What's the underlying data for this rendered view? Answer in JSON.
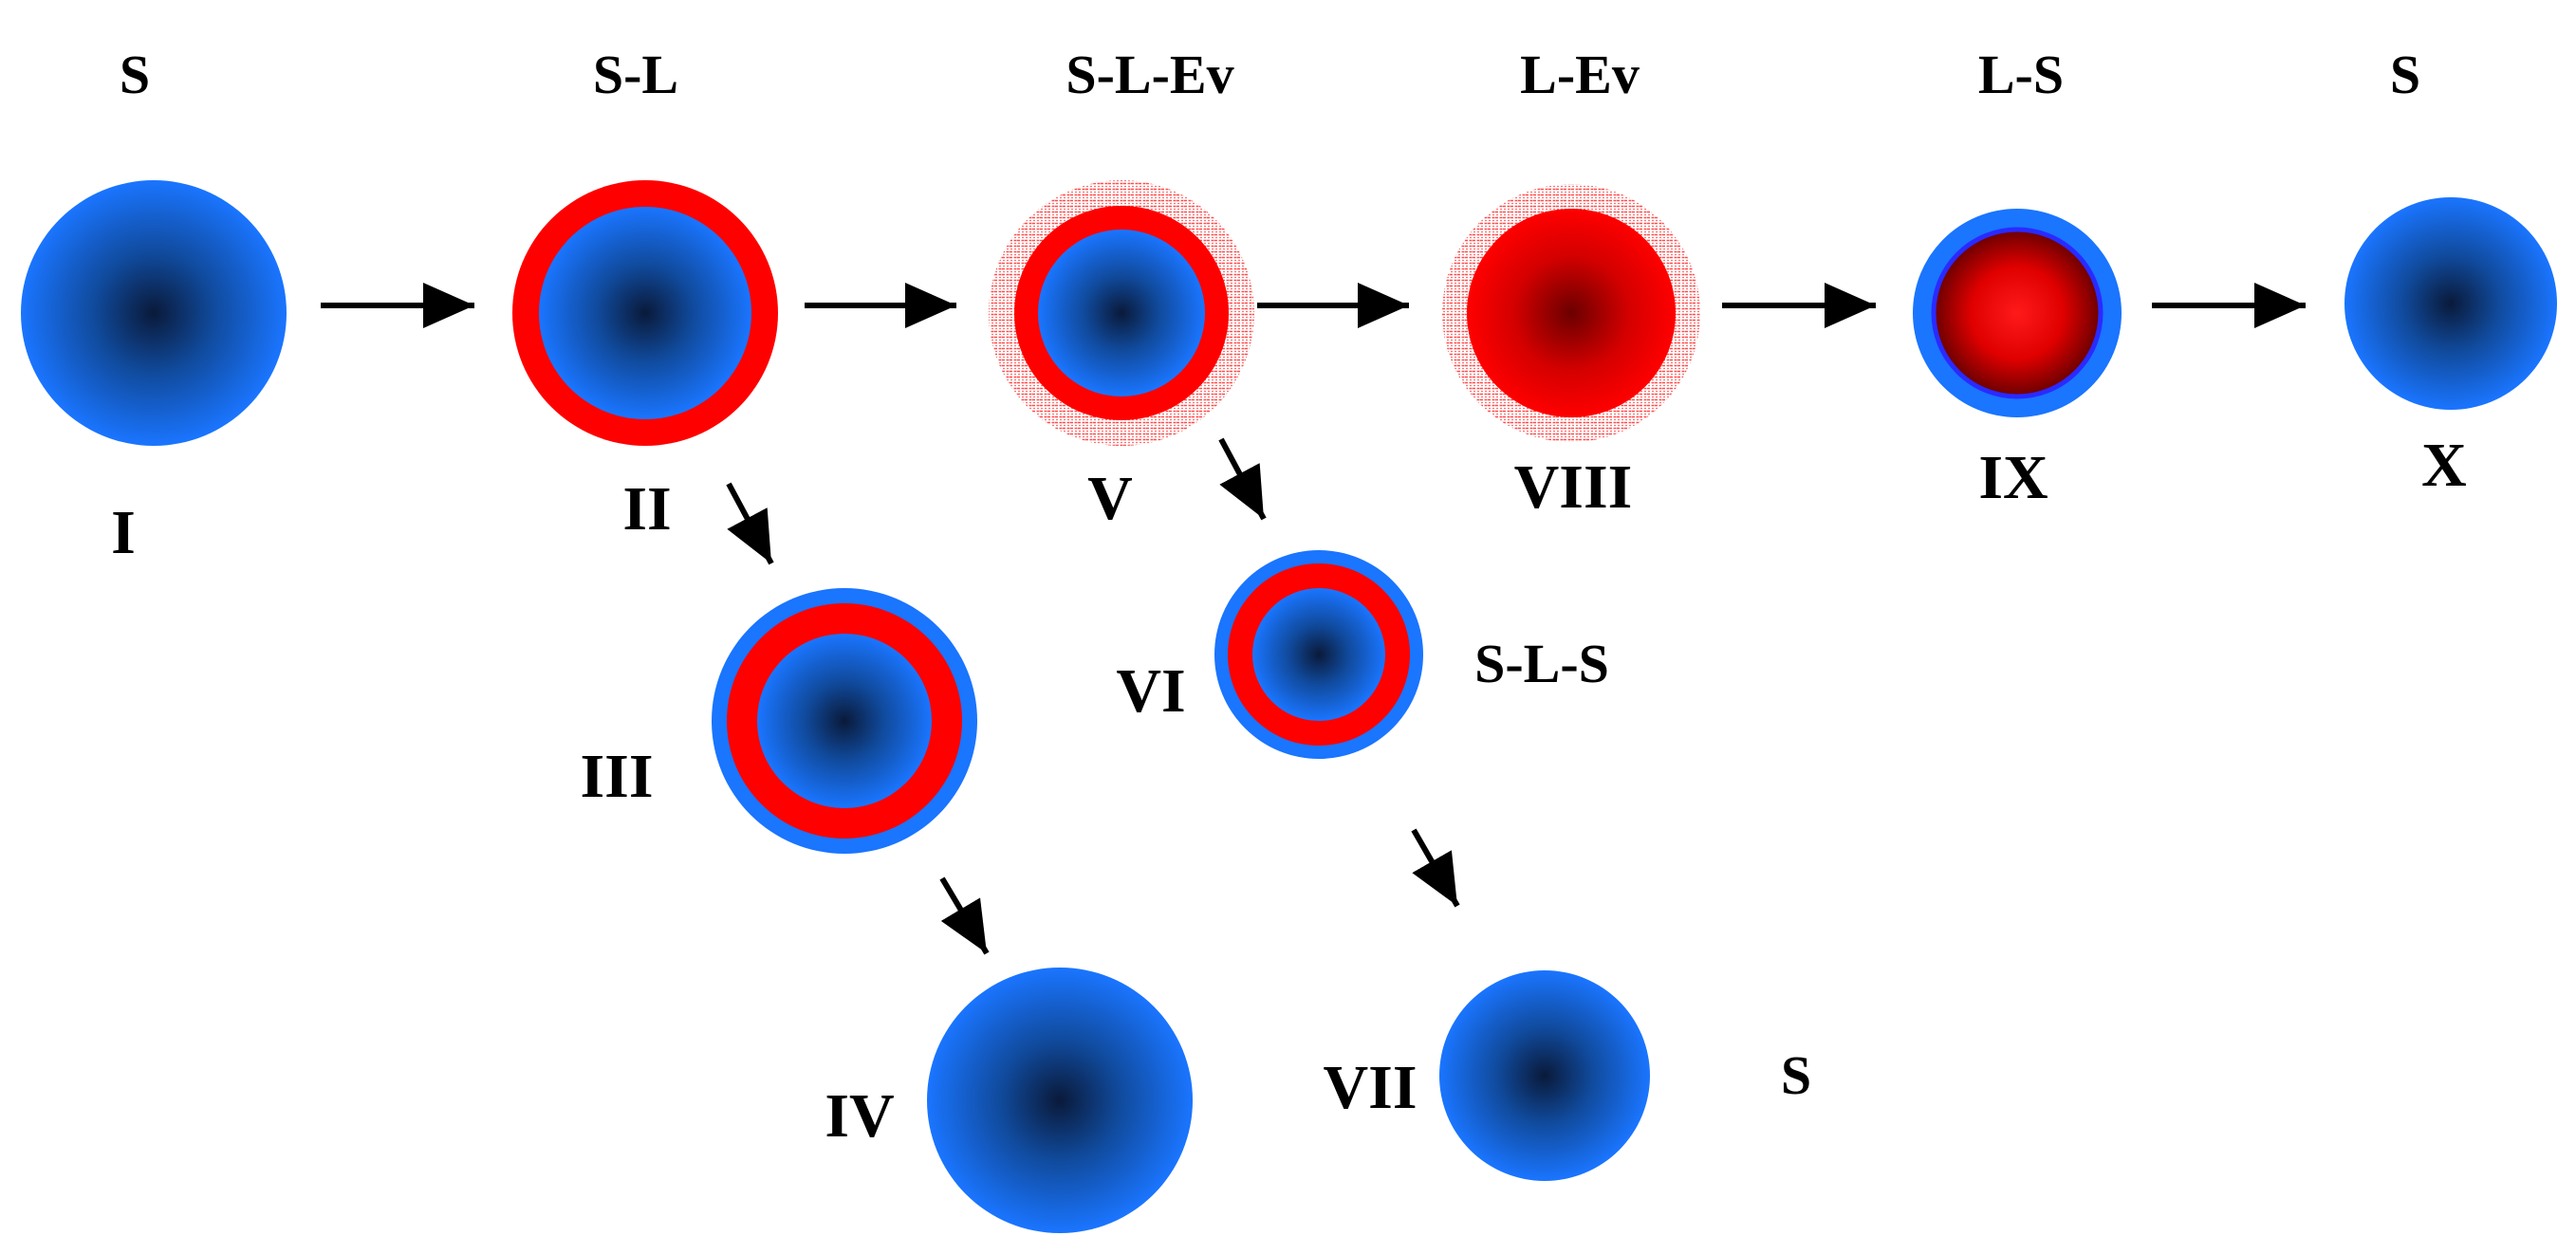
{
  "colors": {
    "solid_edge": "#1a75ff",
    "solid_core": "#0a1a3a",
    "liquid_edge": "#ff0000",
    "liquid_core": "#6b0000",
    "vapor_stripe": "#ff4b4b",
    "arrow": "#000000",
    "background": "#ffffff"
  },
  "phases": {
    "p1": "S",
    "p2": "S-L",
    "p3": "S-L-Ev",
    "p4": "L-Ev",
    "p5": "L-S",
    "p6": "S",
    "p_vi": "S-L-S",
    "p_vii": "S"
  },
  "stages": {
    "s1": "I",
    "s2": "II",
    "s3": "III",
    "s4": "IV",
    "s5": "V",
    "s6": "VI",
    "s7": "VII",
    "s8": "VIII",
    "s9": "IX",
    "s10": "X"
  }
}
